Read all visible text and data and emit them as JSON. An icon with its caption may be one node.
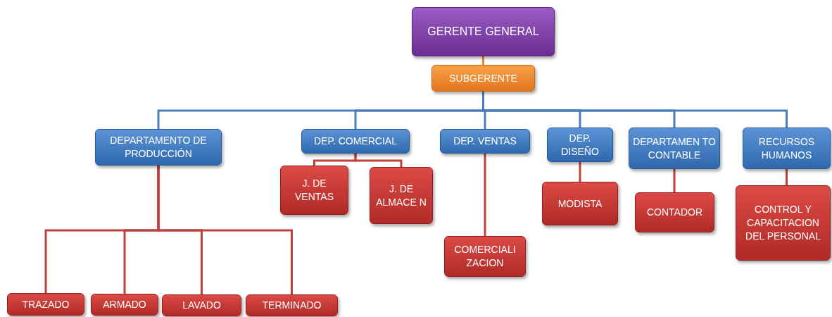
{
  "diagram": {
    "nodes": [
      {
        "text": [
          "GERENTE GENERAL"
        ]
      },
      {
        "text": [
          "SUBGERENTE"
        ]
      },
      {
        "text": [
          "DEPARTAMENTO DE PRODUCCIÓN"
        ]
      },
      {
        "text": [
          "DEP. COMERCIAL"
        ]
      },
      {
        "text": [
          "DEP. VENTAS"
        ]
      },
      {
        "text": [
          "DEP. DISEÑO"
        ]
      },
      {
        "text": [
          "DEPARTAMEN TO CONTABLE"
        ]
      },
      {
        "text": [
          "RECURSOS HUMANOS"
        ]
      },
      {
        "text": [
          "J. DE VENTAS"
        ]
      },
      {
        "text": [
          "J. DE ALMACE N"
        ]
      },
      {
        "text": [
          "COMERCIALI ZACION"
        ]
      },
      {
        "text": [
          "MODISTA"
        ]
      },
      {
        "text": [
          "CONTADOR"
        ]
      },
      {
        "text": [
          "CONTROL Y CAPACITACION DEL PERSONAL"
        ]
      },
      {
        "text": [
          "TRAZADO"
        ]
      },
      {
        "text": [
          "ARMADO"
        ]
      },
      {
        "text": [
          "LAVADO"
        ]
      },
      {
        "text": [
          "TERMINADO"
        ]
      }
    ],
    "edges": [
      {
        "from": 0,
        "to": 1,
        "arrow": "none",
        "color": "#e8873a"
      },
      {
        "from": 1,
        "to": 2,
        "arrow": "none",
        "color": "#4a7ebb"
      },
      {
        "from": 1,
        "to": 3,
        "arrow": "none",
        "color": "#4a7ebb"
      },
      {
        "from": 1,
        "to": 4,
        "arrow": "none",
        "color": "#4a7ebb"
      },
      {
        "from": 1,
        "to": 5,
        "arrow": "none",
        "color": "#4a7ebb"
      },
      {
        "from": 1,
        "to": 6,
        "arrow": "none",
        "color": "#4a7ebb"
      },
      {
        "from": 1,
        "to": 7,
        "arrow": "none",
        "color": "#4a7ebb"
      },
      {
        "from": 3,
        "to": 8,
        "arrow": "none"
      },
      {
        "from": 3,
        "to": 9,
        "arrow": "none"
      },
      {
        "from": 4,
        "to": 10,
        "arrow": "none"
      },
      {
        "from": 5,
        "to": 11,
        "arrow": "none"
      },
      {
        "from": 6,
        "to": 12,
        "arrow": "none"
      },
      {
        "from": 7,
        "to": 13,
        "arrow": "none"
      },
      {
        "from": 2,
        "to": 14,
        "arrow": "none"
      },
      {
        "from": 2,
        "to": 15,
        "arrow": "none"
      },
      {
        "from": 2,
        "to": 16,
        "arrow": "none"
      },
      {
        "from": 2,
        "to": 17,
        "arrow": "none"
      }
    ]
  }
}
